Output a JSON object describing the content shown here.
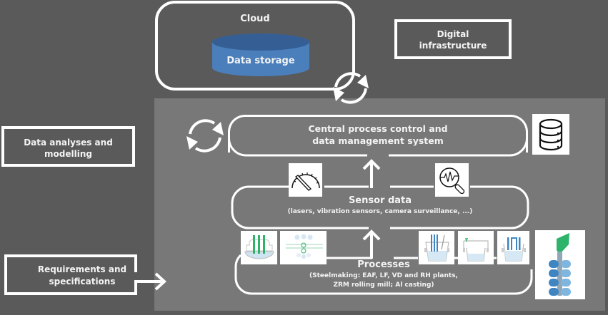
{
  "title": "Digital infrastructure process control diagram",
  "colors": {
    "background": "#5a5a5a",
    "panel": "#787878",
    "storage_top": "#355f94",
    "storage_body": "#4a7fbc",
    "accent_green": "#2eb36a",
    "accent_blue": "#3e85c2"
  },
  "cloud": {
    "label": "Cloud",
    "storage_label": "Data storage"
  },
  "digital_infrastructure": {
    "label_line1": "Digital",
    "label_line2": "infrastructure"
  },
  "data_analyses": {
    "label_line1": "Data analyses and",
    "label_line2": "modelling"
  },
  "requirements": {
    "label_line1": "Requirements and",
    "label_line2": "specifications"
  },
  "central": {
    "label_line1": "Central process control and",
    "label_line2": "data management system",
    "icon": "database-icon"
  },
  "sensor": {
    "title": "Sensor data",
    "subtitle": "(lasers, vibration sensors, camera surveillance, ...)",
    "icons": [
      "gauge-icon",
      "signal-magnifier-icon"
    ]
  },
  "processes": {
    "title": "Processes",
    "subtitle_line1": "(Steelmaking: EAF, LF, VD and RH plants,",
    "subtitle_line2": "ZRM rolling mill; Al casting)",
    "icons": [
      "eaf-furnace-icon",
      "rolling-mill-icon",
      "ladle-furnace-icon",
      "vacuum-degasser-icon",
      "rh-plant-icon",
      "casting-icon"
    ]
  }
}
